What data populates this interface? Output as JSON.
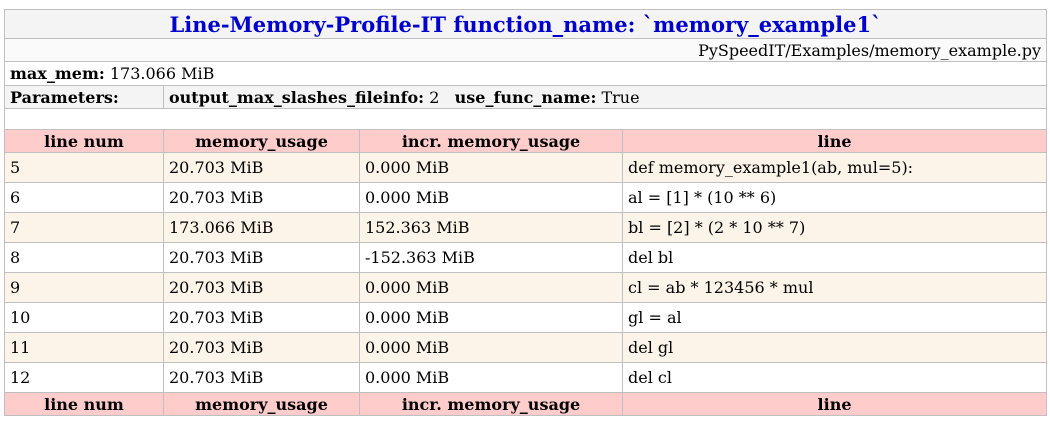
{
  "title": "Line-Memory-Profile-IT function_name: `memory_example1`",
  "file_path": "PySpeedIT/Examples/memory_example.py",
  "max_mem": {
    "label": "max_mem:",
    "value": "173.066 MiB"
  },
  "parameters": {
    "label": "Parameters:",
    "items": [
      {
        "name": "output_max_slashes_fileinfo:",
        "value": "2"
      },
      {
        "name": "use_func_name:",
        "value": "True"
      }
    ]
  },
  "columns": [
    "line num",
    "memory_usage",
    "incr. memory_usage",
    "line"
  ],
  "rows": [
    {
      "line_num": "5",
      "memory_usage": "20.703 MiB",
      "incr": "0.000 MiB",
      "line": "def memory_example1(ab, mul=5):"
    },
    {
      "line_num": "6",
      "memory_usage": "20.703 MiB",
      "incr": "0.000 MiB",
      "line": "al = [1] * (10 ** 6)"
    },
    {
      "line_num": "7",
      "memory_usage": "173.066 MiB",
      "incr": "152.363 MiB",
      "line": "bl = [2] * (2 * 10 ** 7)"
    },
    {
      "line_num": "8",
      "memory_usage": "20.703 MiB",
      "incr": "-152.363 MiB",
      "line": "del bl"
    },
    {
      "line_num": "9",
      "memory_usage": "20.703 MiB",
      "incr": "0.000 MiB",
      "line": "cl = ab * 123456 * mul"
    },
    {
      "line_num": "10",
      "memory_usage": "20.703 MiB",
      "incr": "0.000 MiB",
      "line": "gl = al"
    },
    {
      "line_num": "11",
      "memory_usage": "20.703 MiB",
      "incr": "0.000 MiB",
      "line": "del gl"
    },
    {
      "line_num": "12",
      "memory_usage": "20.703 MiB",
      "incr": "0.000 MiB",
      "line": "del cl"
    }
  ],
  "colors": {
    "title": "#0000cc",
    "header_bg": "#ffcccc",
    "odd_row_bg": "#fdf4e9"
  }
}
